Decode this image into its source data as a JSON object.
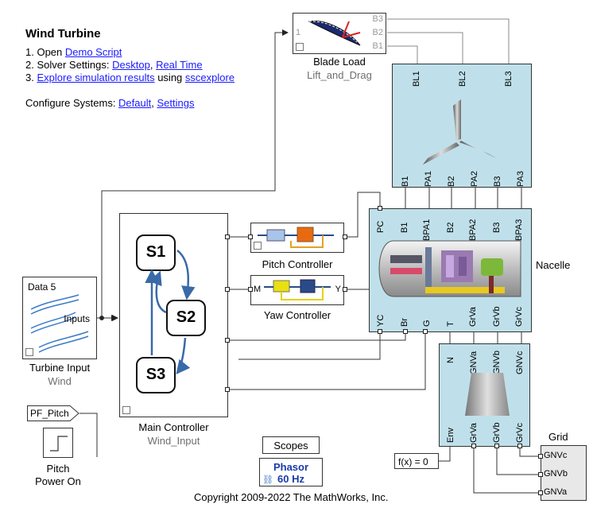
{
  "header": {
    "title": "Wind Turbine",
    "items": [
      {
        "prefix": "1. Open ",
        "links": [
          "Demo Script"
        ]
      },
      {
        "prefix": "2. Solver Settings: ",
        "links": [
          "Desktop",
          "Real Time"
        ],
        "sep": ", "
      },
      {
        "prefix": "3. ",
        "link": "Explore simulation results",
        "middle": " using ",
        "link2": "sscexplore"
      }
    ],
    "configure": {
      "prefix": "Configure Systems: ",
      "links": [
        "Default",
        "Settings"
      ],
      "sep": ", "
    }
  },
  "blocks": {
    "blade_load": {
      "name": "Blade Load",
      "sub": "Lift_and_Drag",
      "in_port": "1",
      "out_ports": [
        "B3",
        "B2",
        "B1"
      ]
    },
    "rotor": {
      "top_ports": [
        "BL1",
        "BL2",
        "BL3"
      ],
      "bottom_ports": [
        "B1",
        "PA1",
        "B2",
        "PA2",
        "B3",
        "PA3"
      ]
    },
    "nacelle": {
      "name": "Nacelle",
      "top_ports": [
        "PC",
        "B1",
        "BPA1",
        "B2",
        "BPA2",
        "B3",
        "BPA3"
      ],
      "bottom_ports": [
        "YC",
        "Br",
        "G",
        "T",
        "GrVa",
        "GrVb",
        "GrVc"
      ]
    },
    "pitch_controller": {
      "name": "Pitch Controller"
    },
    "yaw_controller": {
      "name": "Yaw Controller",
      "in_port": "M",
      "out_port": "Y"
    },
    "main_controller": {
      "name": "Main Controller",
      "sub": "Wind_Input",
      "states": [
        "S1",
        "S2",
        "S3"
      ]
    },
    "turbine_input": {
      "name": "Turbine Input",
      "sub": "Wind",
      "header": "Data 5",
      "port": "Inputs"
    },
    "generator": {
      "top_ports": [
        "N",
        "GNVa",
        "GNVb",
        "GNVc"
      ],
      "bottom_ports": [
        "Env",
        "GrVa",
        "GrVb",
        "GrVc"
      ]
    },
    "grid": {
      "name": "Grid",
      "ports": [
        "GNVc",
        "GNVb",
        "GNVa"
      ]
    },
    "pf_pitch": {
      "label": "PF_Pitch"
    },
    "pitch_power": {
      "name": "Pitch\nPower On"
    },
    "solver": {
      "label": "f(x) = 0"
    },
    "scopes": {
      "label": "Scopes"
    },
    "phasor": {
      "line1": "Phasor",
      "line2": "60 Hz"
    }
  },
  "footer": {
    "copyright": "Copyright 2009-2022 The MathWorks, Inc."
  },
  "colors": {
    "block_blue": "#bfe0ea",
    "link": "#1a1aff",
    "wire": "#888888"
  }
}
